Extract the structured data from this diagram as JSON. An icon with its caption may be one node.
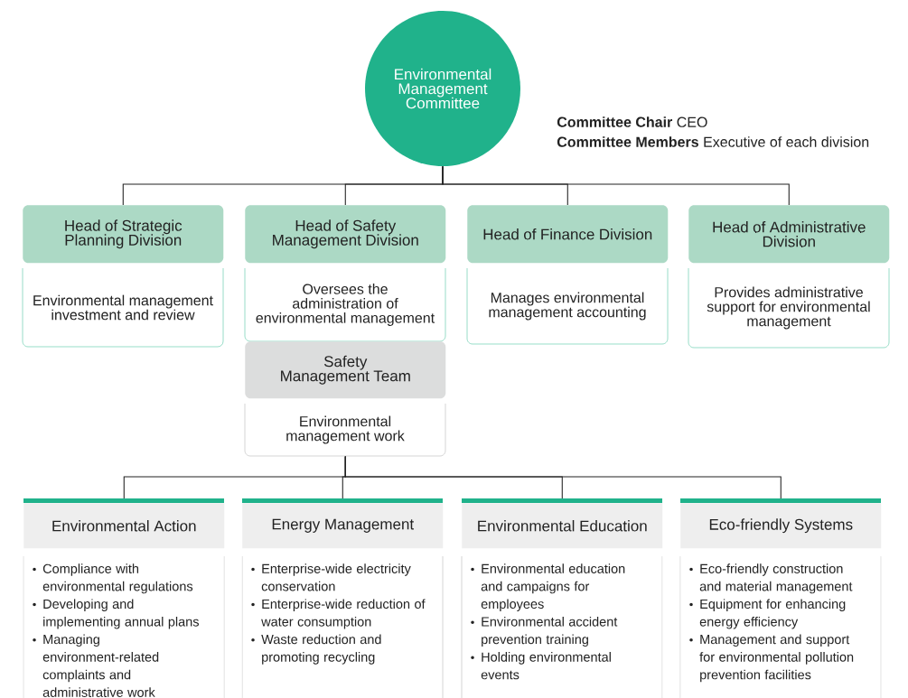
{
  "diagram": {
    "nodes": [
      {
        "text": [
          "Environmental Management Committee"
        ]
      },
      {
        "text": [
          "Head of Strategic Planning Division",
          "Environmental management investment and review"
        ]
      },
      {
        "text": [
          "Head of Safety Management Division",
          "Oversees the administration of environmental management"
        ]
      },
      {
        "text": [
          "Head of Finance Division",
          "Manages environmental management accounting"
        ]
      },
      {
        "text": [
          "Head of Administrative Division",
          "Provides administrative support for environmental management"
        ]
      },
      {
        "text": [
          "Safety Management Team",
          "Environmental management work"
        ]
      },
      {
        "text": [
          "Environmental Action",
          "Compliance with environmental regulations",
          "Developing and implementing annual plans",
          "Managing environment-related complaints and administrative work"
        ]
      },
      {
        "text": [
          "Energy Management",
          "Enterprise-wide electricity conservation",
          "Enterprise-wide reduction of water consumption",
          "Waste reduction and promoting recycling"
        ]
      },
      {
        "text": [
          "Environmental Education",
          "Environmental education and campaigns for employees",
          "Environmental accident prevention training",
          "Holding environmental events"
        ]
      },
      {
        "text": [
          "Eco-friendly Systems",
          "Eco-friendly construction and material management",
          "Equipment for enhancing energy efficiency",
          "Management and support for environmental pollution prevention facilities"
        ]
      }
    ],
    "edges": [
      {
        "from": 0,
        "to": 1,
        "arrow": "none"
      },
      {
        "from": 0,
        "to": 2,
        "arrow": "none"
      },
      {
        "from": 0,
        "to": 3,
        "arrow": "none"
      },
      {
        "from": 0,
        "to": 4,
        "arrow": "none"
      },
      {
        "from": 5,
        "to": 6,
        "arrow": "none"
      },
      {
        "from": 5,
        "to": 7,
        "arrow": "none"
      },
      {
        "from": 5,
        "to": 8,
        "arrow": "none"
      },
      {
        "from": 5,
        "to": 9,
        "arrow": "none"
      }
    ],
    "labels": [
      "**Committee Chair** CEO",
      "**Committee Members** Executive of each division"
    ]
  }
}
